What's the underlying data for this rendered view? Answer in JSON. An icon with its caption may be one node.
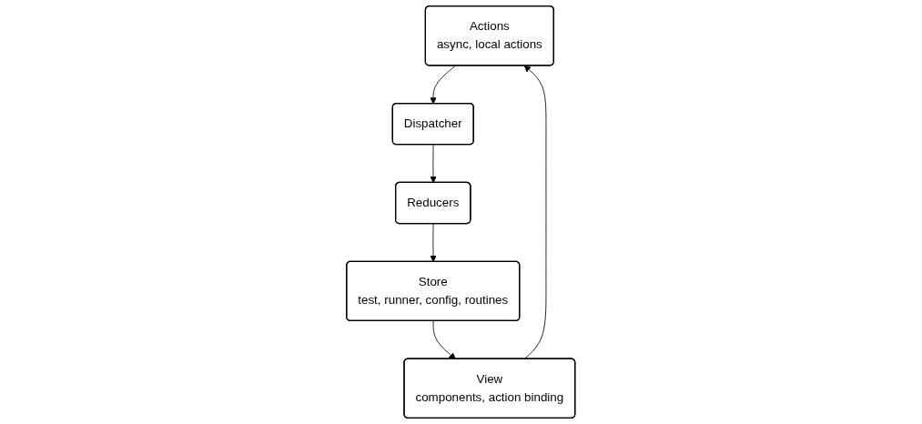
{
  "diagram": {
    "nodes": [
      {
        "text": [
          "Actions",
          "async, local actions"
        ]
      },
      {
        "text": [
          "Dispatcher"
        ]
      },
      {
        "text": [
          "Reducers"
        ]
      },
      {
        "text": [
          "Store",
          "test, runner, config, routines"
        ]
      },
      {
        "text": [
          "View",
          "components, action binding"
        ]
      }
    ],
    "edges": [
      {
        "from": 0,
        "to": 1,
        "arrow": "to"
      },
      {
        "from": 1,
        "to": 2,
        "arrow": "to"
      },
      {
        "from": 2,
        "to": 3,
        "arrow": "to"
      },
      {
        "from": 3,
        "to": 4,
        "arrow": "to"
      },
      {
        "from": 4,
        "to": 0,
        "arrow": "to"
      }
    ]
  }
}
